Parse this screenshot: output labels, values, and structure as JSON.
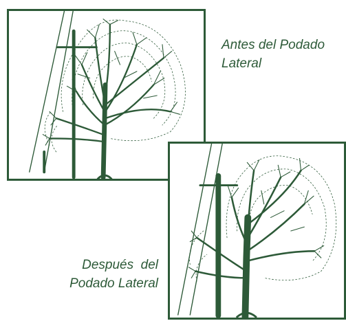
{
  "colors": {
    "ink": "#2d5a38",
    "background": "#ffffff"
  },
  "before": {
    "caption_line1": "Antes del Podado",
    "caption_line2": "Lateral"
  },
  "after": {
    "caption_line1": "Después  del",
    "caption_line2": "Podado Lateral"
  }
}
